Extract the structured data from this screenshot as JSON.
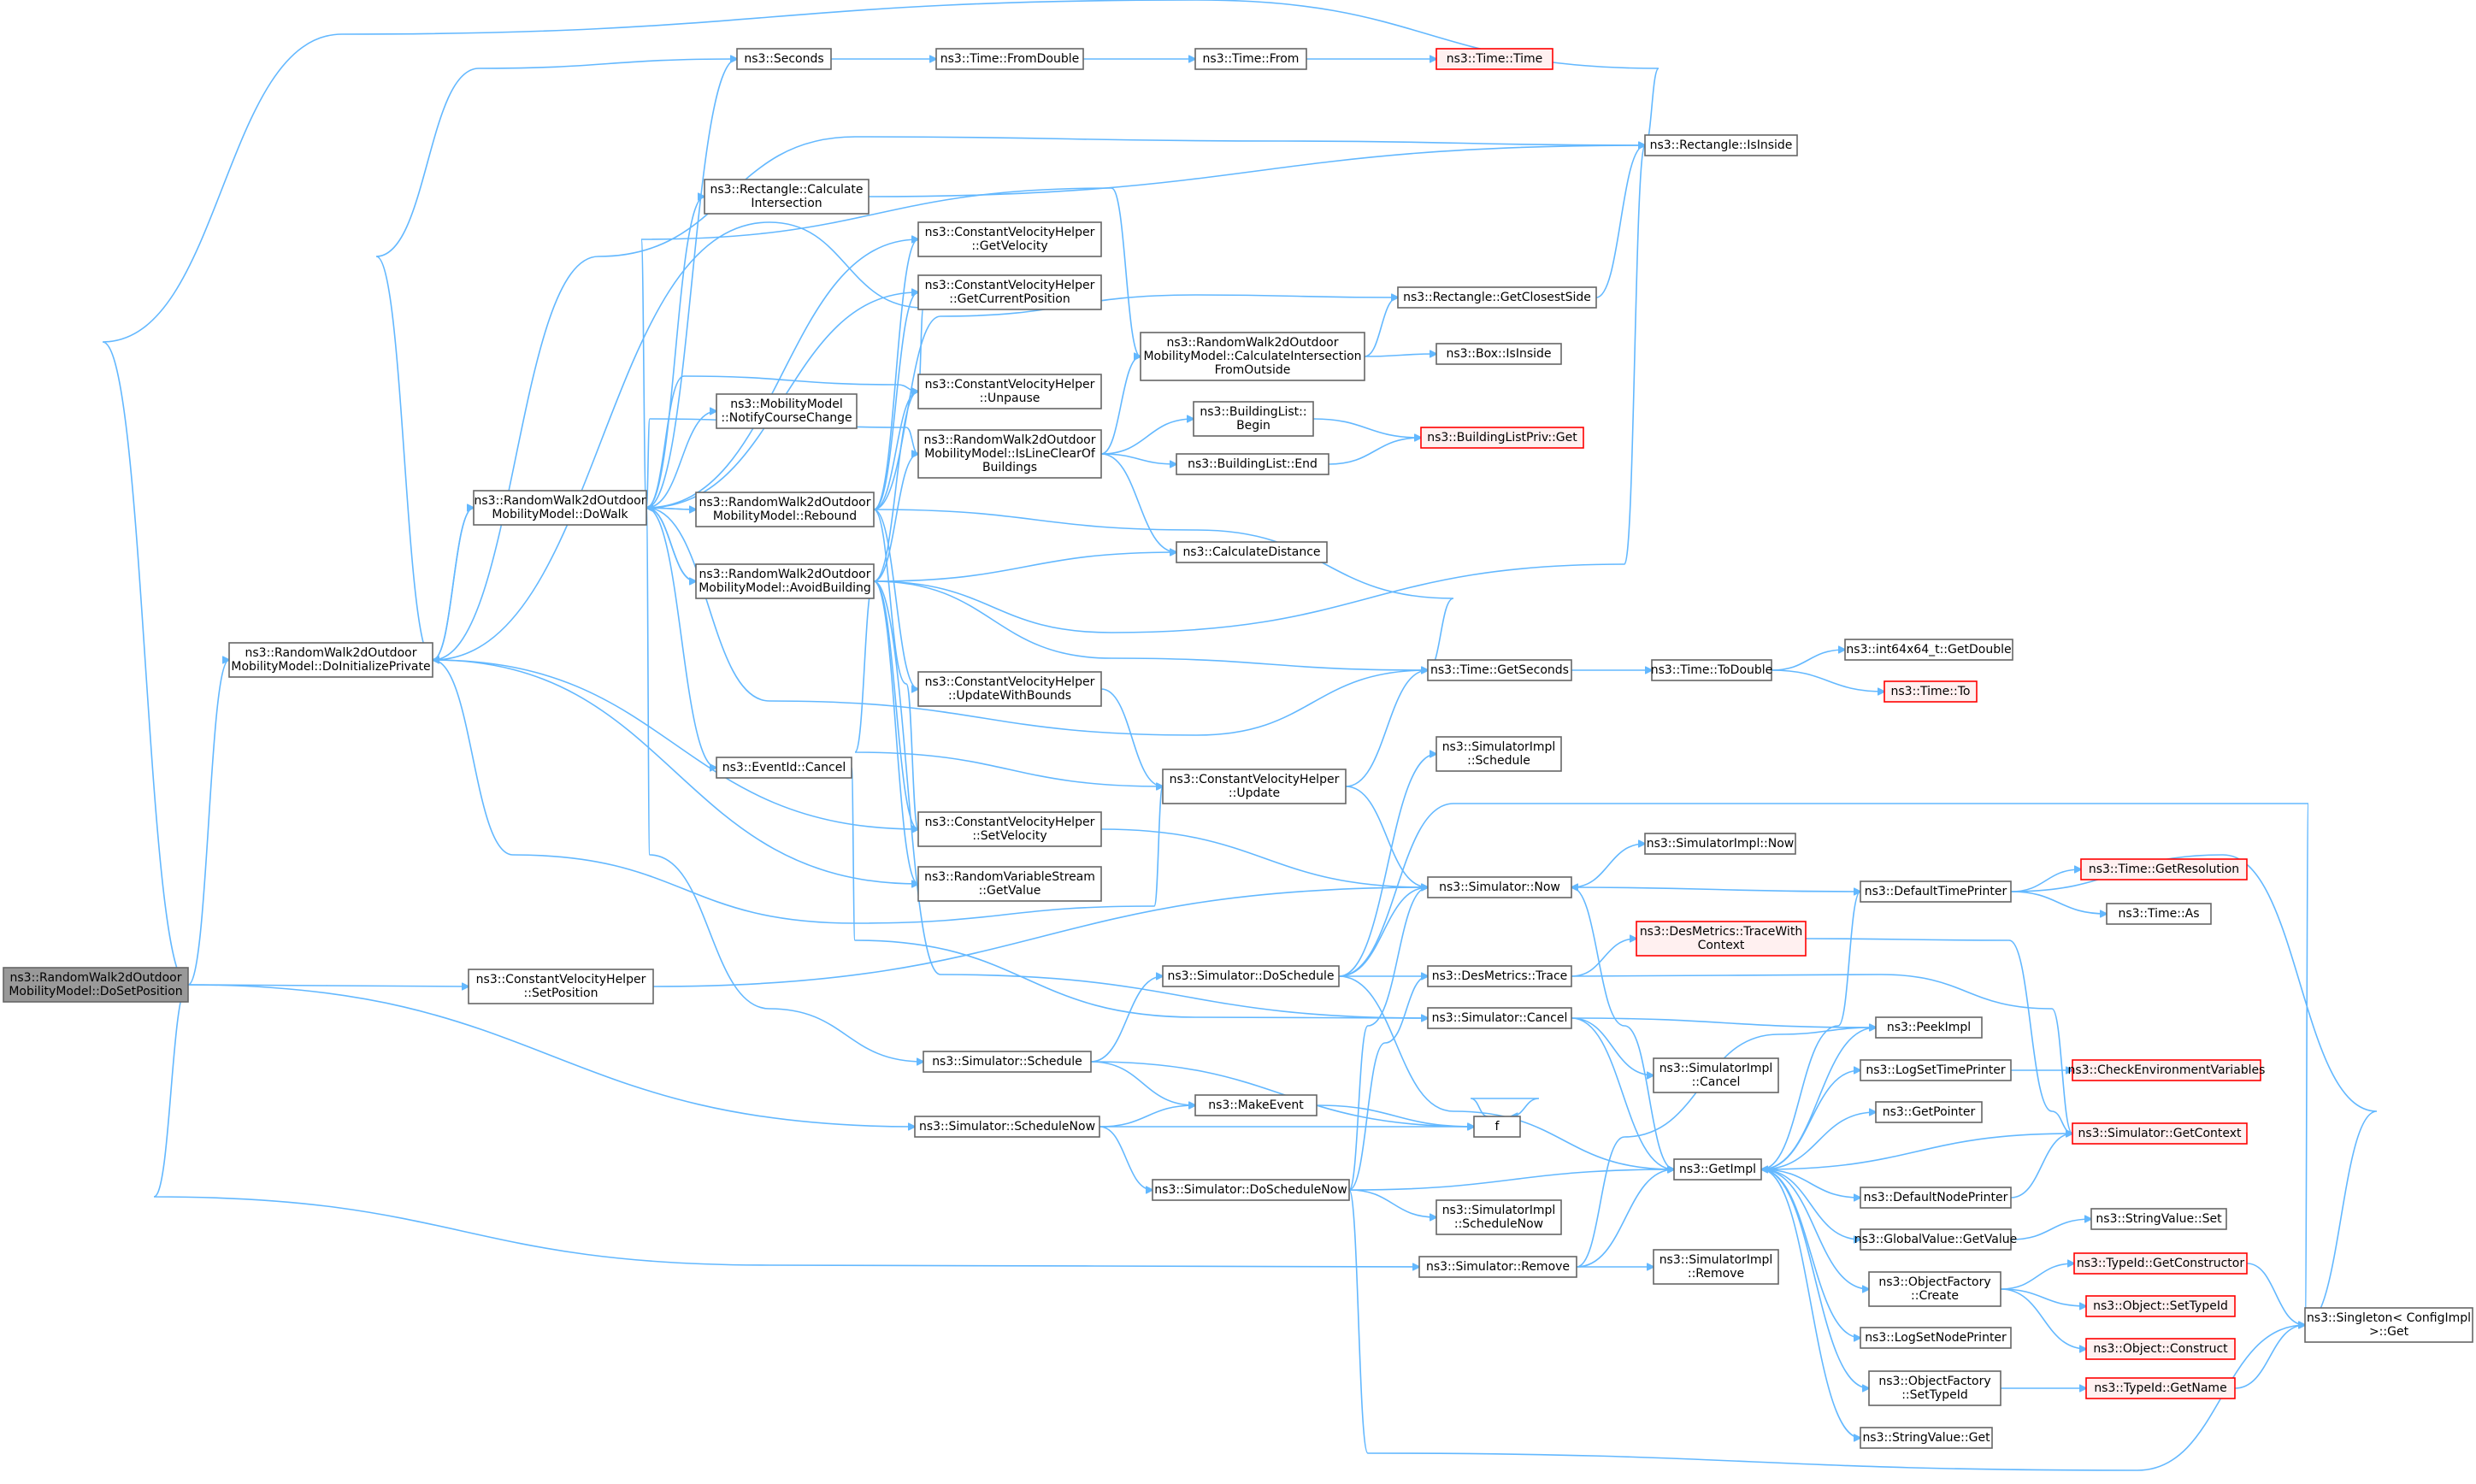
{
  "colors": {
    "edge": "#63b8ff",
    "node_border": "#666666",
    "root_fill": "#999999",
    "truncated_border": "#ff0000",
    "truncated_fill": "#fff0f0"
  },
  "nodes": [
    {
      "id": "DoSetPosition",
      "lines": [
        "ns3::RandomWalk2dOutdoor",
        "MobilityModel::DoSetPosition"
      ],
      "root": true
    },
    {
      "id": "DoInitializePrivate",
      "lines": [
        "ns3::RandomWalk2dOutdoor",
        "MobilityModel::DoInitializePrivate"
      ]
    },
    {
      "id": "SetPosition",
      "lines": [
        "ns3::ConstantVelocityHelper",
        "::SetPosition"
      ]
    },
    {
      "id": "DoWalk",
      "lines": [
        "ns3::RandomWalk2dOutdoor",
        "MobilityModel::DoWalk"
      ]
    },
    {
      "id": "Seconds",
      "lines": [
        "ns3::Seconds"
      ]
    },
    {
      "id": "FromDouble",
      "lines": [
        "ns3::Time::FromDouble"
      ]
    },
    {
      "id": "TimeFrom",
      "lines": [
        "ns3::Time::From"
      ]
    },
    {
      "id": "TimeTime",
      "lines": [
        "ns3::Time::Time"
      ],
      "truncated": true
    },
    {
      "id": "RectIsInside",
      "lines": [
        "ns3::Rectangle::IsInside"
      ]
    },
    {
      "id": "RectCalcIntersection",
      "lines": [
        "ns3::Rectangle::Calculate",
        "Intersection"
      ]
    },
    {
      "id": "GetVelocity",
      "lines": [
        "ns3::ConstantVelocityHelper",
        "::GetVelocity"
      ]
    },
    {
      "id": "GetCurrentPosition",
      "lines": [
        "ns3::ConstantVelocityHelper",
        "::GetCurrentPosition"
      ]
    },
    {
      "id": "GetClosestSide",
      "lines": [
        "ns3::Rectangle::GetClosestSide"
      ]
    },
    {
      "id": "CalcIntersectionFromOutside",
      "lines": [
        "ns3::RandomWalk2dOutdoor",
        "MobilityModel::CalculateIntersection",
        "FromOutside"
      ]
    },
    {
      "id": "BoxIsInside",
      "lines": [
        "ns3::Box::IsInside"
      ]
    },
    {
      "id": "Unpause",
      "lines": [
        "ns3::ConstantVelocityHelper",
        "::Unpause"
      ]
    },
    {
      "id": "NotifyCourseChange",
      "lines": [
        "ns3::MobilityModel",
        "::NotifyCourseChange"
      ]
    },
    {
      "id": "IsLineClear",
      "lines": [
        "ns3::RandomWalk2dOutdoor",
        "MobilityModel::IsLineClearOf",
        "Buildings"
      ]
    },
    {
      "id": "BLBegin",
      "lines": [
        "ns3::BuildingList::",
        "Begin"
      ]
    },
    {
      "id": "BLPrivGet",
      "lines": [
        "ns3::BuildingListPriv::Get"
      ],
      "truncated": true
    },
    {
      "id": "BLEnd",
      "lines": [
        "ns3::BuildingList::End"
      ]
    },
    {
      "id": "Rebound",
      "lines": [
        "ns3::RandomWalk2dOutdoor",
        "MobilityModel::Rebound"
      ]
    },
    {
      "id": "CalculateDistance",
      "lines": [
        "ns3::CalculateDistance"
      ]
    },
    {
      "id": "AvoidBuilding",
      "lines": [
        "ns3::RandomWalk2dOutdoor",
        "MobilityModel::AvoidBuilding"
      ]
    },
    {
      "id": "GetDouble",
      "lines": [
        "ns3::int64x64_t::GetDouble"
      ]
    },
    {
      "id": "UpdateWithBounds",
      "lines": [
        "ns3::ConstantVelocityHelper",
        "::UpdateWithBounds"
      ]
    },
    {
      "id": "GetSeconds",
      "lines": [
        "ns3::Time::GetSeconds"
      ]
    },
    {
      "id": "ToDouble",
      "lines": [
        "ns3::Time::ToDouble"
      ]
    },
    {
      "id": "TimeTo",
      "lines": [
        "ns3::Time::To"
      ],
      "truncated": true
    },
    {
      "id": "SimImplSchedule",
      "lines": [
        "ns3::SimulatorImpl",
        "::Schedule"
      ]
    },
    {
      "id": "EventIdCancel",
      "lines": [
        "ns3::EventId::Cancel"
      ]
    },
    {
      "id": "CVHUpdate",
      "lines": [
        "ns3::ConstantVelocityHelper",
        "::Update"
      ]
    },
    {
      "id": "SetVelocity",
      "lines": [
        "ns3::ConstantVelocityHelper",
        "::SetVelocity"
      ]
    },
    {
      "id": "RVSGetValue",
      "lines": [
        "ns3::RandomVariableStream",
        "::GetValue"
      ]
    },
    {
      "id": "SimImplNow",
      "lines": [
        "ns3::SimulatorImpl::Now"
      ]
    },
    {
      "id": "SimNow",
      "lines": [
        "ns3::Simulator::Now"
      ]
    },
    {
      "id": "DefaultTimePrinter",
      "lines": [
        "ns3::DefaultTimePrinter"
      ]
    },
    {
      "id": "GetResolution",
      "lines": [
        "ns3::Time::GetResolution"
      ],
      "truncated": true
    },
    {
      "id": "TimeAs",
      "lines": [
        "ns3::Time::As"
      ]
    },
    {
      "id": "TraceWithContext",
      "lines": [
        "ns3::DesMetrics::TraceWith",
        "Context"
      ],
      "truncated": true
    },
    {
      "id": "DoSchedule",
      "lines": [
        "ns3::Simulator::DoSchedule"
      ]
    },
    {
      "id": "DesTrace",
      "lines": [
        "ns3::DesMetrics::Trace"
      ]
    },
    {
      "id": "SimCancel",
      "lines": [
        "ns3::Simulator::Cancel"
      ]
    },
    {
      "id": "PeekImpl",
      "lines": [
        "ns3::PeekImpl"
      ]
    },
    {
      "id": "SimImplCancel",
      "lines": [
        "ns3::SimulatorImpl",
        "::Cancel"
      ]
    },
    {
      "id": "SimSchedule",
      "lines": [
        "ns3::Simulator::Schedule"
      ]
    },
    {
      "id": "LogSetTimePrinter",
      "lines": [
        "ns3::LogSetTimePrinter"
      ]
    },
    {
      "id": "CheckEnvVars",
      "lines": [
        "ns3::CheckEnvironmentVariables"
      ],
      "truncated": true
    },
    {
      "id": "MakeEvent",
      "lines": [
        "ns3::MakeEvent"
      ]
    },
    {
      "id": "GetPointer",
      "lines": [
        "ns3::GetPointer"
      ]
    },
    {
      "id": "ScheduleNow",
      "lines": [
        "ns3::Simulator::ScheduleNow"
      ]
    },
    {
      "id": "f",
      "lines": [
        "f"
      ]
    },
    {
      "id": "GetContext",
      "lines": [
        "ns3::Simulator::GetContext"
      ],
      "truncated": true
    },
    {
      "id": "GetImpl",
      "lines": [
        "ns3::GetImpl"
      ]
    },
    {
      "id": "DoScheduleNow",
      "lines": [
        "ns3::Simulator::DoScheduleNow"
      ]
    },
    {
      "id": "DefaultNodePrinter",
      "lines": [
        "ns3::DefaultNodePrinter"
      ]
    },
    {
      "id": "SimImplScheduleNow",
      "lines": [
        "ns3::SimulatorImpl",
        "::ScheduleNow"
      ]
    },
    {
      "id": "GVGetValue",
      "lines": [
        "ns3::GlobalValue::GetValue"
      ]
    },
    {
      "id": "StringValueSet",
      "lines": [
        "ns3::StringValue::Set"
      ]
    },
    {
      "id": "SimRemove",
      "lines": [
        "ns3::Simulator::Remove"
      ]
    },
    {
      "id": "SimImplRemove",
      "lines": [
        "ns3::SimulatorImpl",
        "::Remove"
      ]
    },
    {
      "id": "GetConstructor",
      "lines": [
        "ns3::TypeId::GetConstructor"
      ],
      "truncated": true
    },
    {
      "id": "OFCreate",
      "lines": [
        "ns3::ObjectFactory",
        "::Create"
      ]
    },
    {
      "id": "ObjSetTypeId",
      "lines": [
        "ns3::Object::SetTypeId"
      ],
      "truncated": true
    },
    {
      "id": "SingletonGet",
      "lines": [
        "ns3::Singleton< ConfigImpl",
        " >::Get"
      ]
    },
    {
      "id": "LogSetNodePrinter",
      "lines": [
        "ns3::LogSetNodePrinter"
      ]
    },
    {
      "id": "ObjConstruct",
      "lines": [
        "ns3::Object::Construct"
      ],
      "truncated": true
    },
    {
      "id": "OFSetTypeId",
      "lines": [
        "ns3::ObjectFactory",
        "::SetTypeId"
      ]
    },
    {
      "id": "GetName",
      "lines": [
        "ns3::TypeId::GetName"
      ],
      "truncated": true
    },
    {
      "id": "StringValueGet",
      "lines": [
        "ns3::StringValue::Get"
      ]
    }
  ]
}
